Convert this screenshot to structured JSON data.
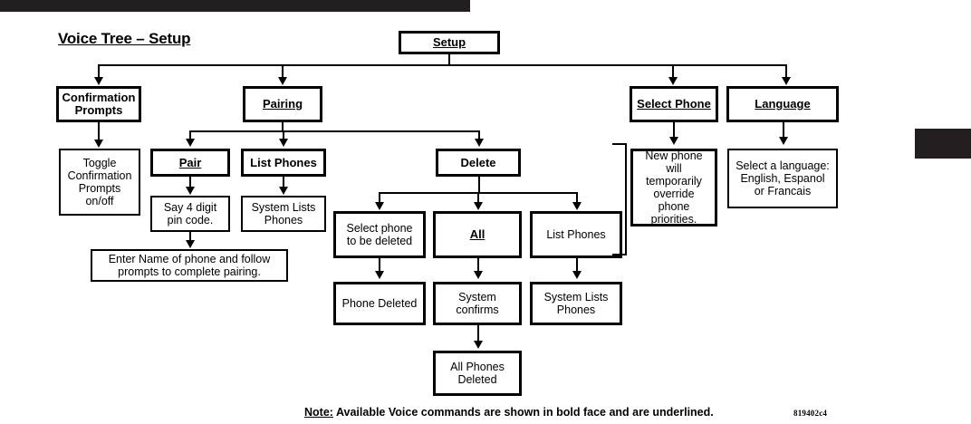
{
  "page": {
    "title": "Voice Tree – Setup",
    "document_id": "819402c4",
    "background_color": "#ffffff",
    "ink_color": "#000000",
    "bar_color": "#231f20"
  },
  "footer": {
    "note_lead": "Note:",
    "note_text": " Available Voice commands are shown in bold face and are underlined."
  },
  "chart_data": {
    "type": "diagram",
    "title": "Voice Tree – Setup",
    "legend": "Available Voice commands are shown in bold face and are underlined."
  },
  "nodes": {
    "setup": "Setup",
    "confirmation_prompts": "Confirmation\nPrompts",
    "pairing": "Pairing",
    "select_phone": "Select Phone",
    "language": "Language",
    "toggle_confirmation": "Toggle\nConfirmation\nPrompts\non/off",
    "pair": "Pair",
    "list_phones_pairing": "List Phones",
    "delete": "Delete",
    "new_phone_override": "New phone\nwill\ntemporarily\noverride\nphone\npriorities.",
    "select_a_language": "Select a language:\nEnglish, Espanol\nor Francais",
    "say_pin": "Say 4 digit\npin code.",
    "system_lists_phones_pairing": "System Lists\nPhones",
    "select_phone_to_delete": "Select phone\nto be deleted",
    "all": "All",
    "list_phones_delete": "List Phones",
    "enter_name": "Enter Name of phone and follow\nprompts to complete pairing.",
    "phone_deleted": "Phone Deleted",
    "system_confirms": "System\nconfirms",
    "system_lists_phones_delete": "System Lists\nPhones",
    "all_phones_deleted": "All Phones\nDeleted"
  }
}
